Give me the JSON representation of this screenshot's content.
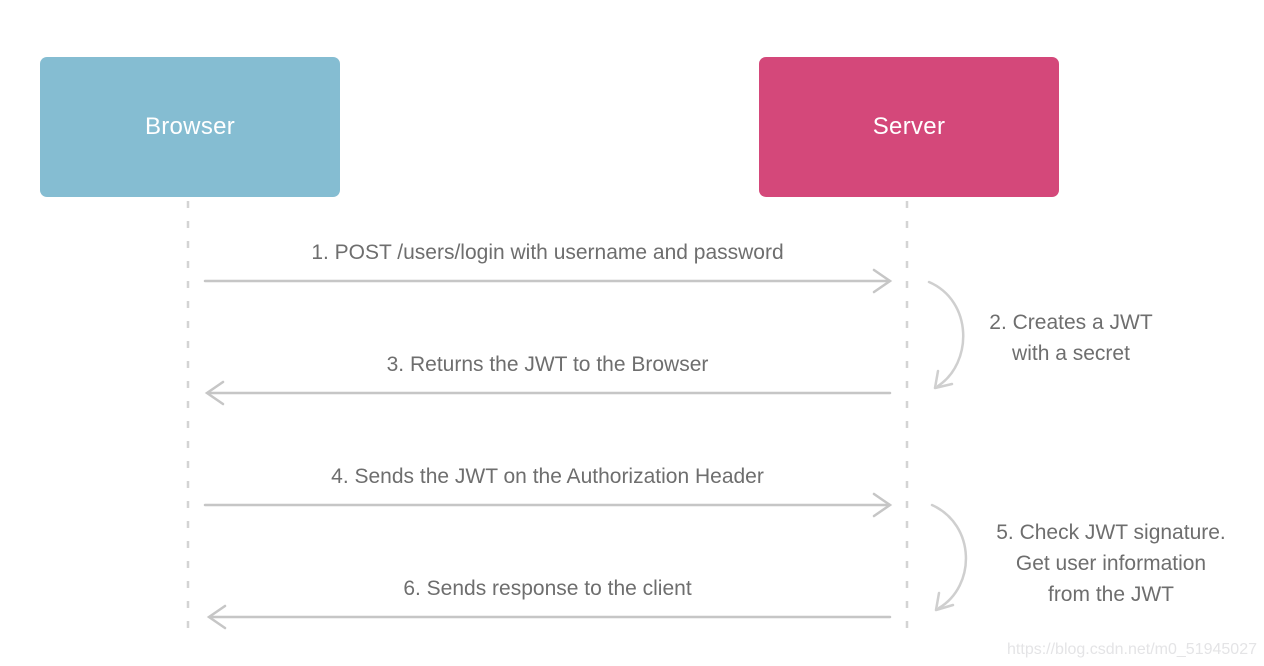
{
  "diagram": {
    "actors": [
      {
        "label": "Browser",
        "color": "#85bdd2"
      },
      {
        "label": "Server",
        "color": "#d4487a"
      }
    ],
    "steps": [
      {
        "type": "message",
        "direction": "browser-to-server",
        "label": "1. POST /users/login with username and password"
      },
      {
        "type": "self-action",
        "actor": "server",
        "lines": [
          "2. Creates a JWT",
          "with a secret"
        ]
      },
      {
        "type": "message",
        "direction": "server-to-browser",
        "label": "3. Returns the JWT to the Browser"
      },
      {
        "type": "message",
        "direction": "browser-to-server",
        "label": "4. Sends the JWT on the Authorization Header"
      },
      {
        "type": "self-action",
        "actor": "server",
        "lines": [
          "5. Check JWT signature.",
          "Get user information",
          "from the JWT"
        ]
      },
      {
        "type": "message",
        "direction": "server-to-browser",
        "label": "6. Sends response to the client"
      }
    ],
    "watermark": "https://blog.csdn.net/m0_51945027",
    "colors": {
      "browser_box": "#85bdd2",
      "server_box": "#d4487a",
      "label_text": "#6e6e6e",
      "arrow_line": "#c6c6c6",
      "lifeline": "#d4d4d4",
      "watermark_text": "#e4e4e6",
      "background": "#ffffff"
    }
  }
}
